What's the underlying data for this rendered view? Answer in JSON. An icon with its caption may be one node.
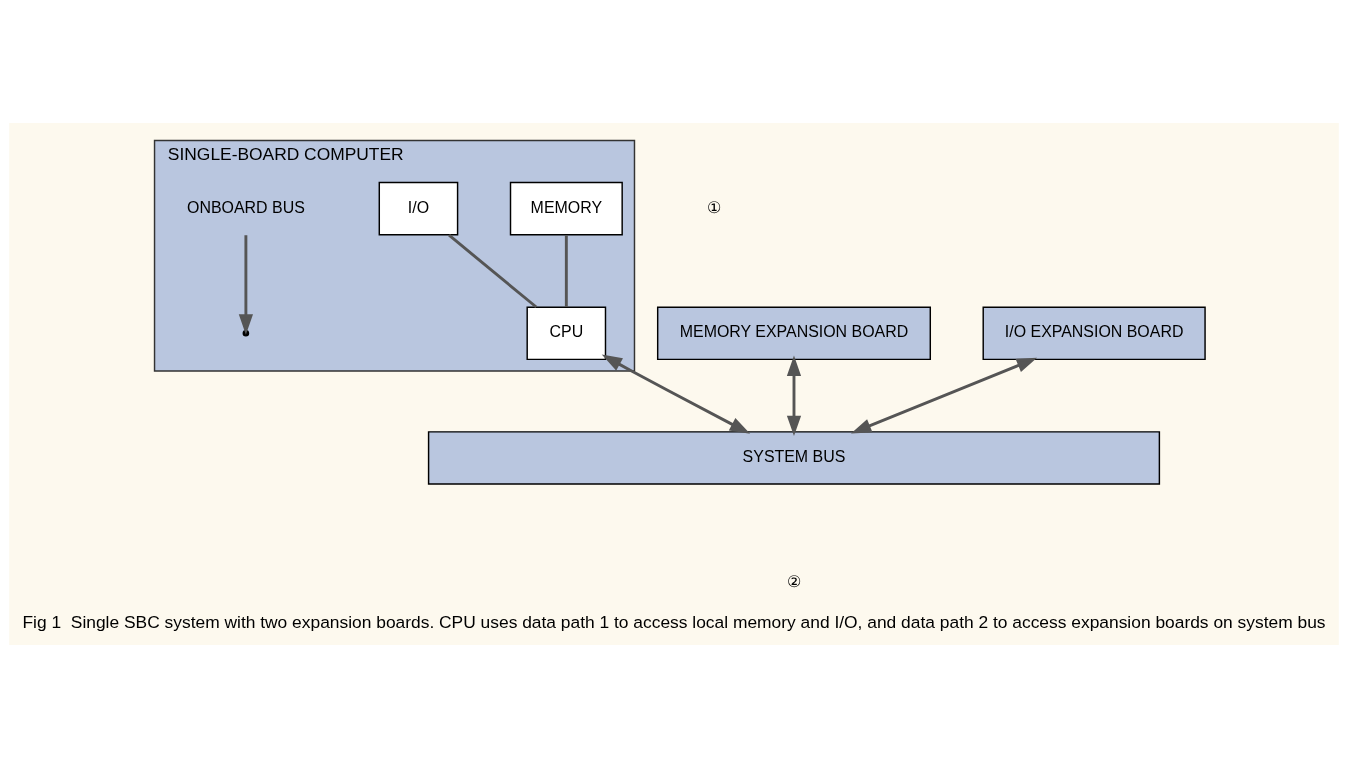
{
  "diagram": {
    "caption": "Fig 1  Single SBC system with two expansion boards. CPU uses data path 1 to access local memory and I/O, and data path 2 to access expansion boards on system bus",
    "nodes": [
      {
        "text": [
          "SINGLE-BOARD COMPUTER"
        ]
      },
      {
        "text": [
          "MEMORY"
        ],
        "in": 0
      },
      {
        "text": [
          "I/O"
        ],
        "in": 0
      },
      {
        "text": [
          "CPU"
        ],
        "in": 0
      },
      {
        "text": [
          "ONBOARD BUS"
        ],
        "in": 0
      },
      {
        "text": [
          "MEMORY EXPANSION BOARD"
        ]
      },
      {
        "text": [
          "I/O EXPANSION BOARD"
        ]
      },
      {
        "text": [
          "SYSTEM BUS"
        ]
      }
    ],
    "edges": [
      {
        "from": 1,
        "to": 3,
        "arrow": "none"
      },
      {
        "from": 2,
        "to": 3,
        "arrow": "none"
      },
      {
        "from": 4,
        "to": null,
        "arrow": "to"
      },
      {
        "from": 3,
        "to": 7,
        "arrow": "both"
      },
      {
        "from": 5,
        "to": 7,
        "arrow": "both"
      },
      {
        "from": 6,
        "to": 7,
        "arrow": "both"
      }
    ],
    "labels": [
      "①",
      "②"
    ]
  }
}
